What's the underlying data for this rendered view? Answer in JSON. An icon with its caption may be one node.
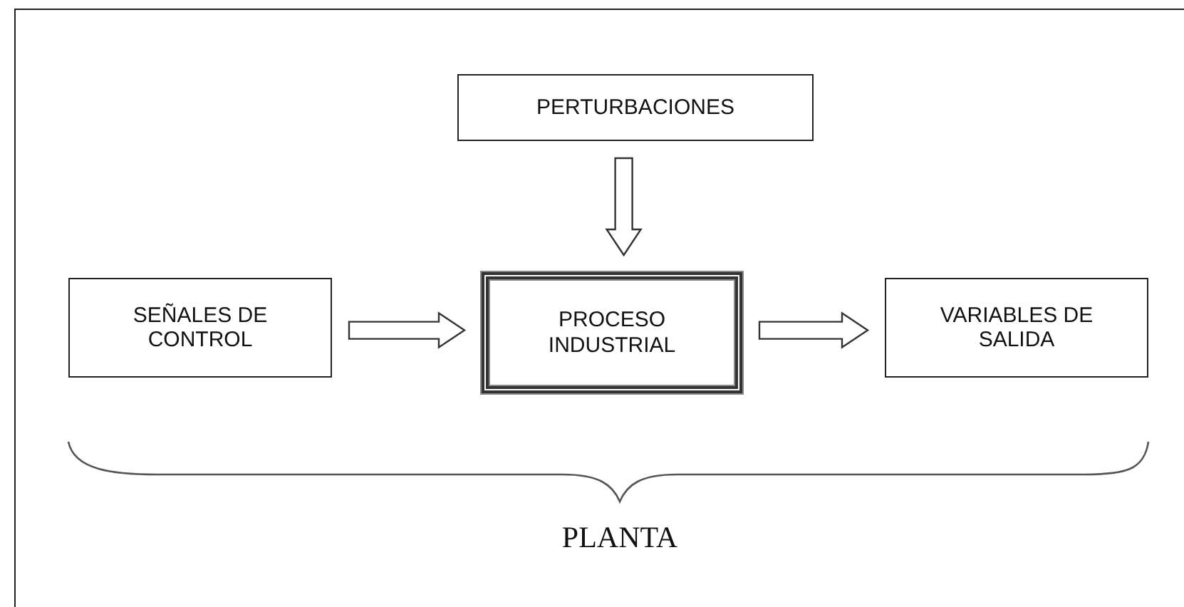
{
  "diagram": {
    "nodes": [
      {
        "text": [
          "PERTURBACIONES"
        ]
      },
      {
        "text": [
          "SEÑALES DE CONTROL"
        ]
      },
      {
        "text": [
          "PROCESO INDUSTRIAL"
        ]
      },
      {
        "text": [
          "VARIABLES DE SALIDA"
        ]
      }
    ],
    "edges": [
      {
        "from": 0,
        "to": 2,
        "arrow": "to"
      },
      {
        "from": 1,
        "to": 2,
        "arrow": "to"
      },
      {
        "from": 2,
        "to": 3,
        "arrow": "to"
      }
    ],
    "labels": [
      "PLANTA"
    ]
  }
}
